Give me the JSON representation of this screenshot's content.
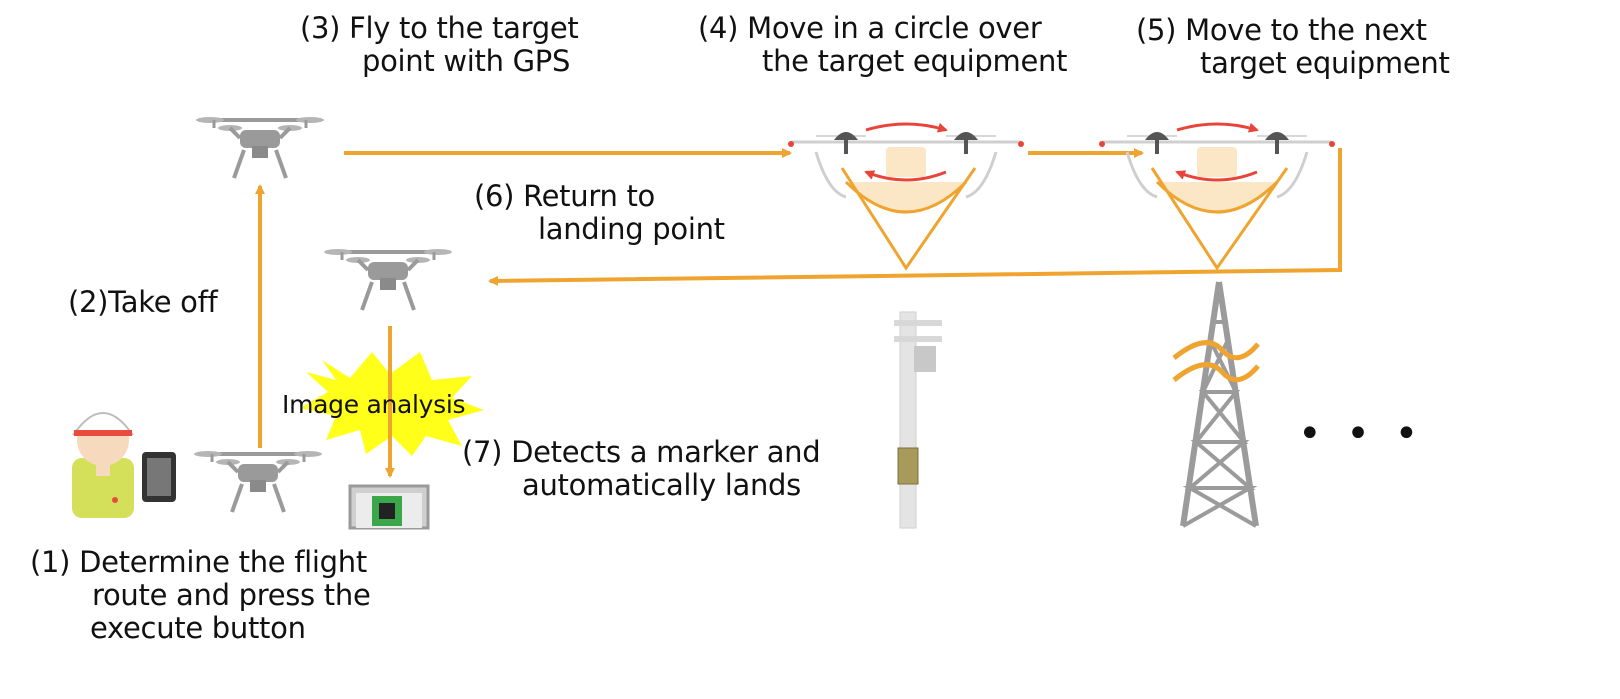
{
  "steps": {
    "s1": {
      "line1": "(1) Determine the flight",
      "line2": "route and press the",
      "line3": "execute button"
    },
    "s2": {
      "line1": "(2)Take off"
    },
    "s3": {
      "line1": "(3) Fly to the target",
      "line2": "point with GPS"
    },
    "s4": {
      "line1": "(4) Move in a circle over",
      "line2": "the target equipment"
    },
    "s5": {
      "line1": "(5) Move to the next",
      "line2": "target equipment"
    },
    "s6": {
      "line1": "(6) Return to",
      "line2": "landing point"
    },
    "s7": {
      "line1": "(7) Detects a marker and",
      "line2": "automatically lands"
    }
  },
  "image_analysis_label": "Image analysis",
  "ellipsis": "• • •",
  "colors": {
    "arrow": "#f0a430",
    "drone": "#9a9a9a",
    "circle_arrow": "#e8443a",
    "burst": "#ffff1a",
    "tower": "#9b9b9b",
    "wire": "#f0a430",
    "pole": "#e4e4e4",
    "marker_screen": "#3aa84a",
    "insulator": "#555555",
    "equipment_box": "#fbe6c6"
  },
  "icons": [
    "operator-icon",
    "tablet-icon",
    "drone-icon",
    "monitor-icon",
    "utility-pole-icon",
    "transmission-tower-icon"
  ]
}
